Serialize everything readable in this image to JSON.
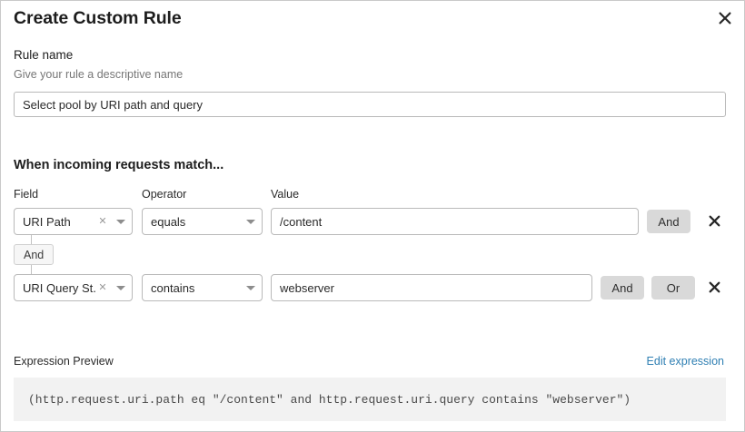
{
  "dialog": {
    "title": "Create Custom Rule",
    "close_icon": "close-icon"
  },
  "rule_name": {
    "label": "Rule name",
    "help": "Give your rule a descriptive name",
    "value": "Select pool by URI path and query",
    "placeholder": "Select pool by URI path and query"
  },
  "match": {
    "heading": "When incoming requests match...",
    "columns": {
      "field": "Field",
      "operator": "Operator",
      "value": "Value"
    },
    "group_logic": "And",
    "rows": [
      {
        "field": "URI Path",
        "operator": "equals",
        "value": "/content",
        "clear_icon": "x",
        "caret_icon": "chevron-down-icon",
        "logic_buttons": [
          "And"
        ],
        "delete_icon": "delete-icon"
      },
      {
        "field": "URI Query St...",
        "operator": "contains",
        "value": "webserver",
        "clear_icon": "x",
        "caret_icon": "chevron-down-icon",
        "logic_buttons": [
          "And",
          "Or"
        ],
        "delete_icon": "delete-icon"
      }
    ]
  },
  "expression": {
    "label": "Expression Preview",
    "edit_link": "Edit expression",
    "text": "(http.request.uri.path eq \"/content\" and http.request.uri.query contains \"webserver\")"
  },
  "colors": {
    "accent_link": "#2f7fb3",
    "logic_button_bg": "#d9d9d9",
    "preview_bg": "#f2f2f2",
    "border": "#b9b9b9"
  }
}
